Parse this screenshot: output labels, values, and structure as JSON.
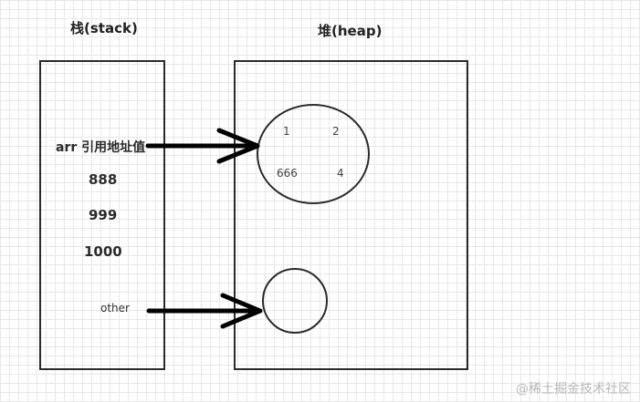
{
  "titles": {
    "stack": "栈(stack)",
    "heap": "堆(heap)"
  },
  "stack": {
    "ref_label": "arr 引用地址值",
    "values": [
      "888",
      "999",
      "1000"
    ],
    "other_label": "other"
  },
  "heap": {
    "array_items": [
      "1",
      "2",
      "666",
      "4"
    ]
  },
  "watermark": "@稀土掘金技术社区"
}
